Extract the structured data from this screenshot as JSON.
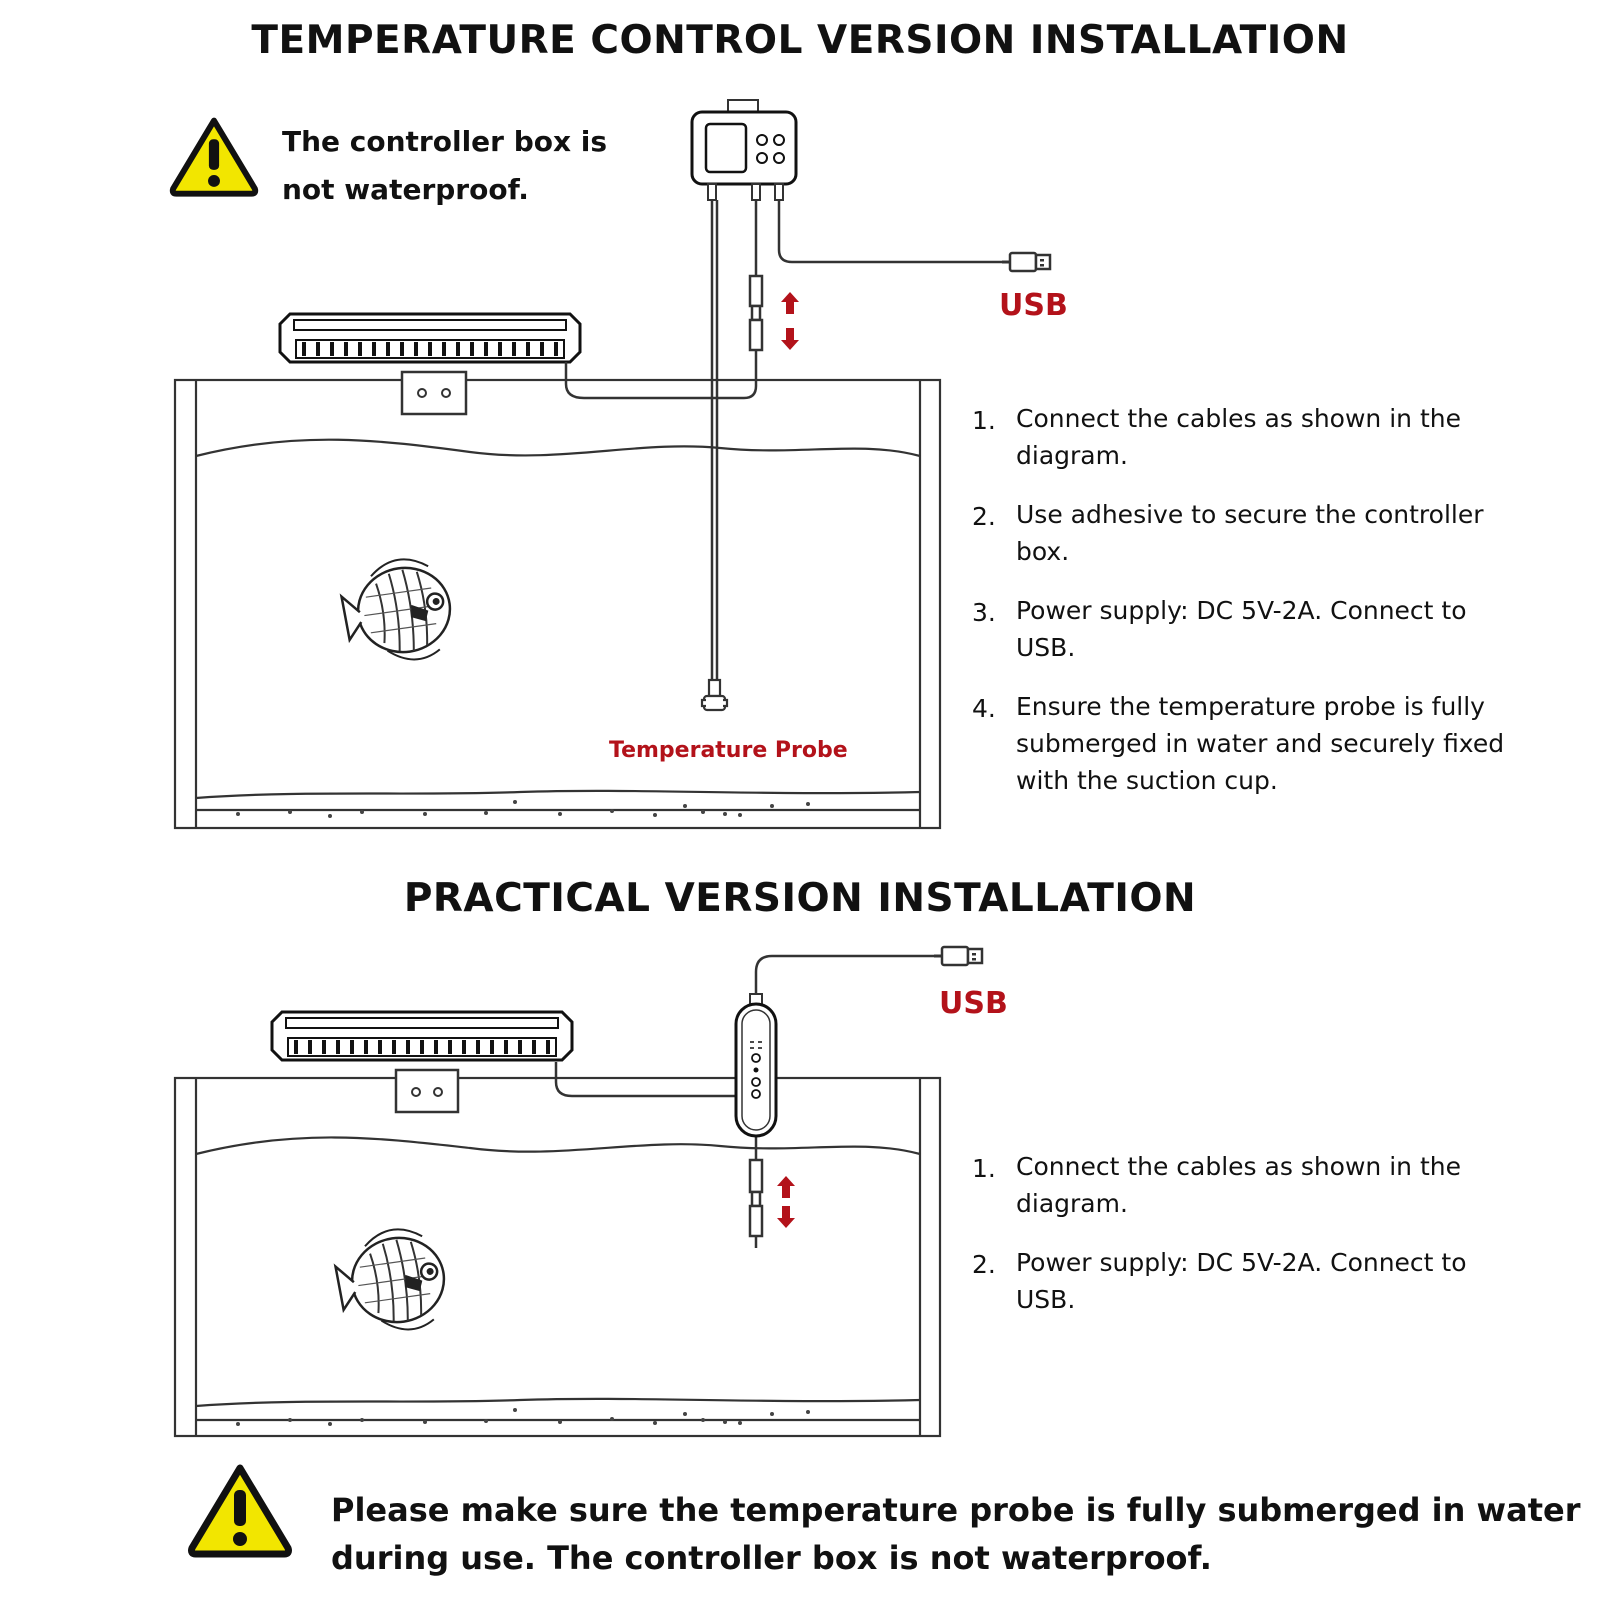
{
  "headings": {
    "temperature_control": "TEMPERATURE CONTROL VERSION INSTALLATION",
    "practical": "PRACTICAL VERSION INSTALLATION"
  },
  "warnings": {
    "top": "The controller box is not waterproof.",
    "bottom": "Please make sure the temperature probe is fully submerged in water during use. The controller box is not waterproof."
  },
  "labels": {
    "usb_top": "USB",
    "usb_bottom": "USB",
    "temperature_probe": "Temperature Probe"
  },
  "steps_temperature_control": [
    {
      "num": "1.",
      "text": "Connect the cables as shown in the diagram."
    },
    {
      "num": "2.",
      "text": "Use adhesive to secure the controller box."
    },
    {
      "num": "3.",
      "text": "Power supply: DC 5V-2A. Connect to USB."
    },
    {
      "num": "4.",
      "text": "Ensure the temperature probe is fully submerged in water and securely fixed with the suction cup."
    }
  ],
  "steps_practical": [
    {
      "num": "1.",
      "text": "Connect the cables as shown in the diagram."
    },
    {
      "num": "2.",
      "text": "Power supply: DC 5V-2A. Connect to USB."
    }
  ],
  "colors": {
    "accent_red": "#b3121a",
    "warning_yellow": "#f2e600",
    "line": "#333333"
  },
  "icons": [
    "warning-triangle-icon",
    "controller-box-icon",
    "usb-plug-icon",
    "fish-icon",
    "arrow-up-icon",
    "arrow-down-icon",
    "fan-cooler-icon"
  ]
}
